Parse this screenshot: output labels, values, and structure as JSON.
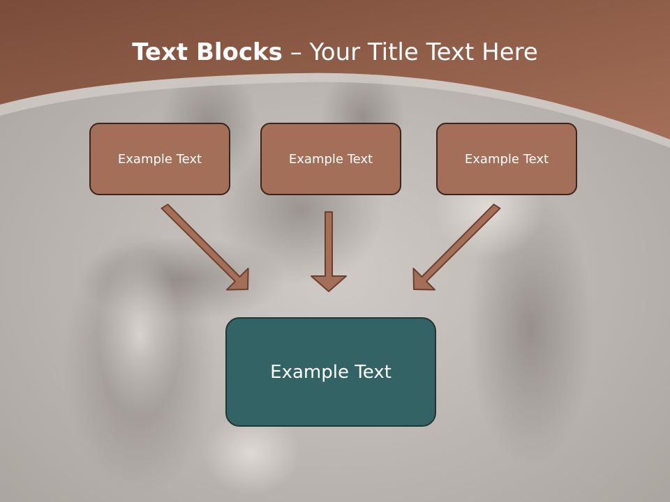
{
  "slide": {
    "title_bold": "Text Blocks",
    "title_separator": "–",
    "title_rest": "Your Title Text Here"
  },
  "diagram": {
    "top_boxes": [
      {
        "label": "Example Text"
      },
      {
        "label": "Example Text"
      },
      {
        "label": "Example Text"
      }
    ],
    "bottom_box": {
      "label": "Example Text"
    }
  },
  "colors": {
    "header": "#8e5a44",
    "box_fill": "#a46f58",
    "box_border": "#3a241c",
    "arrow_fill": "#a46f58",
    "arrow_stroke": "#6b3f2e",
    "main_box_fill": "#336365",
    "main_box_border": "#1f3536",
    "background": "#c9c4bf"
  },
  "background_image": "faded photo of an athlete wearing a wristband"
}
